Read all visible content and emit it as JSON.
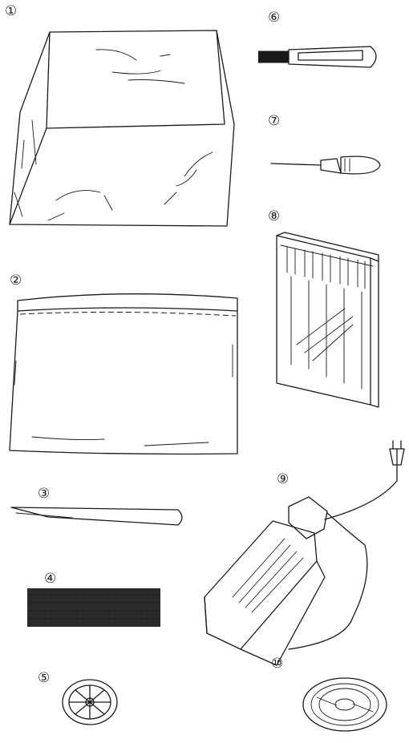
{
  "labels": [
    {
      "id": "1",
      "text": "①",
      "item": "dust-cover"
    },
    {
      "id": "2",
      "text": "②",
      "item": "accessory-bag"
    },
    {
      "id": "3",
      "text": "③",
      "item": "tweezers"
    },
    {
      "id": "4",
      "text": "④",
      "item": "felt-pad"
    },
    {
      "id": "5",
      "text": "⑤",
      "item": "spool-cap"
    },
    {
      "id": "6",
      "text": "⑥",
      "item": "cleaning-brush"
    },
    {
      "id": "7",
      "text": "⑦",
      "item": "screwdriver"
    },
    {
      "id": "8",
      "text": "⑧",
      "item": "needle-set"
    },
    {
      "id": "9",
      "text": "⑨",
      "item": "foot-controller"
    },
    {
      "id": "10",
      "text": "⑩",
      "item": "cd-rom"
    }
  ]
}
